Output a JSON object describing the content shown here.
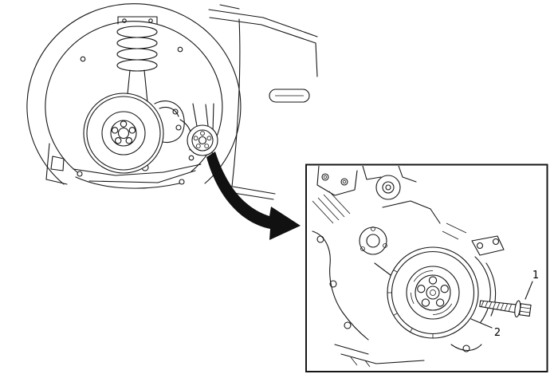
{
  "figure": {
    "type": "technical-illustration",
    "callouts": [
      {
        "label": "1",
        "part": "crankshaft-balancer-bolt"
      },
      {
        "label": "2",
        "part": "crankshaft-balancer"
      }
    ]
  },
  "colors": {
    "line": "#161616",
    "background": "#ffffff",
    "arrow": "#111111"
  }
}
